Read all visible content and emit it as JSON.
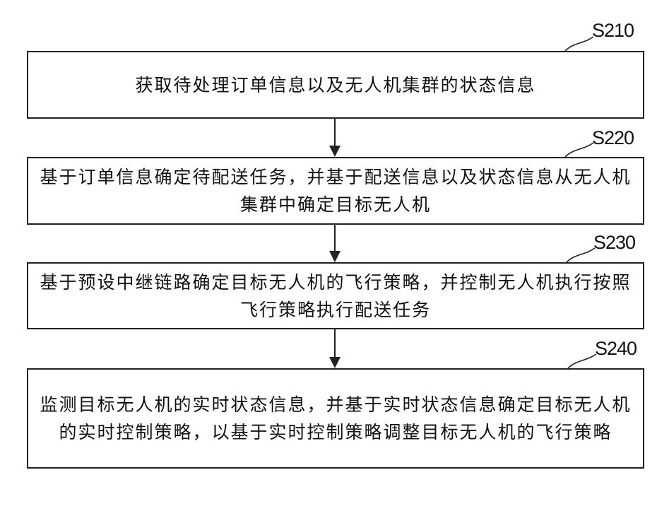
{
  "steps": [
    {
      "label": "S210",
      "text": "获取待处理订单信息以及无人机集群的状态信息"
    },
    {
      "label": "S220",
      "text": "基于订单信息确定待配送任务，并基于配送信息以及状态信息从无人机集群中确定目标无人机"
    },
    {
      "label": "S230",
      "text": "基于预设中继链路确定目标无人机的飞行策略，并控制无人机执行按照飞行策略执行配送任务"
    },
    {
      "label": "S240",
      "text": "监测目标无人机的实时状态信息，并基于实时状态信息确定目标无人机的实时控制策略，以基于实时控制策略调整目标无人机的飞行策略"
    }
  ]
}
